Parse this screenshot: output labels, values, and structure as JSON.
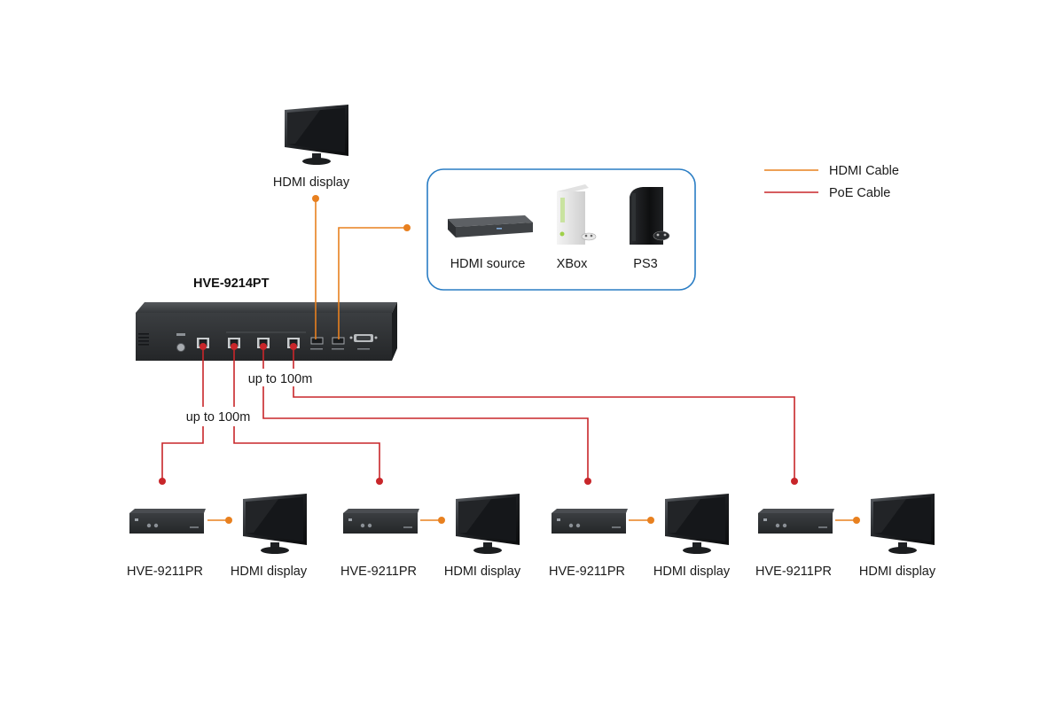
{
  "colors": {
    "hdmi_cable": "#e8801f",
    "poe_cable": "#c8262a",
    "source_box_border": "#2a7dc4",
    "device_body": "#2f3133"
  },
  "legend": {
    "hdmi": "HDMI Cable",
    "poe": "PoE Cable"
  },
  "transmitter": {
    "model": "HVE-9214PT"
  },
  "top_display": {
    "label": "HDMI display"
  },
  "sources": [
    {
      "label": "HDMI source",
      "icon": "media-player-icon"
    },
    {
      "label": "XBox",
      "icon": "xbox-console-icon"
    },
    {
      "label": "PS3",
      "icon": "ps3-console-icon"
    }
  ],
  "distance_labels": [
    "up to 100m",
    "up to 100m"
  ],
  "receivers": [
    {
      "model": "HVE-9211PR",
      "display": "HDMI display"
    },
    {
      "model": "HVE-9211PR",
      "display": "HDMI display"
    },
    {
      "model": "HVE-9211PR",
      "display": "HDMI display"
    },
    {
      "model": "HVE-9211PR",
      "display": "HDMI display"
    }
  ]
}
